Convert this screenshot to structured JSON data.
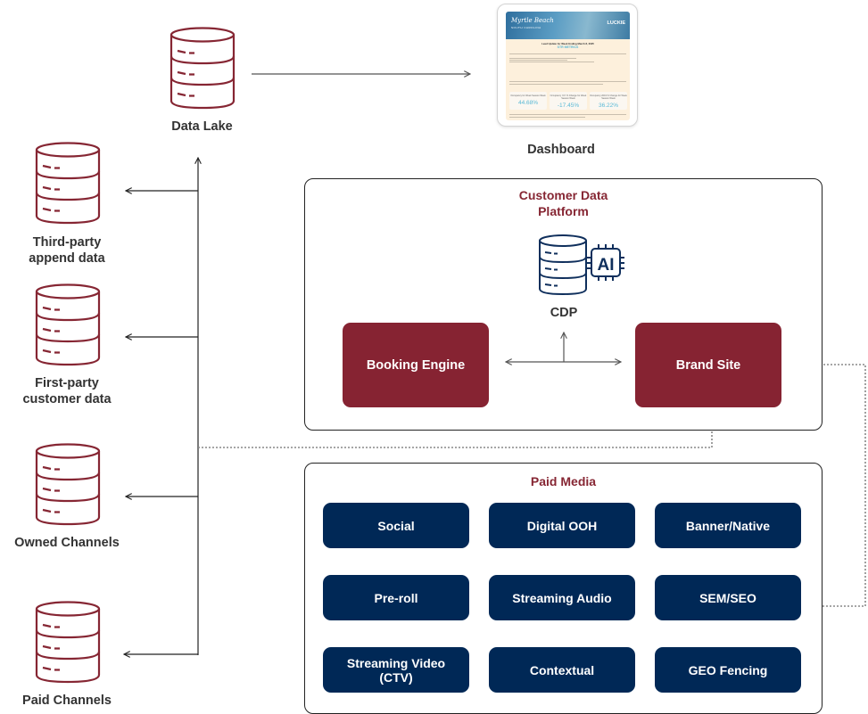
{
  "colors": {
    "maroon": "#862332",
    "navy": "#002856",
    "cdp_icon": "#0f2f5c",
    "title_maroon": "#862633",
    "label_text": "#333333",
    "dashboard_accent": "#5bb9d6"
  },
  "data_lake": {
    "label": "Data Lake",
    "icon": "database-icon"
  },
  "dashboard": {
    "label": "Dashboard",
    "thumbnail": {
      "logo_top": "Myrtle Beach",
      "logo_sub": "SOUTH CAROLINA",
      "brand": "LUCKIE",
      "heading": "Lead Update for Week Ending March 8, 2025",
      "subheading": "STR METRICS",
      "cards": [
        {
          "label": "Occupancy for Week Season Week",
          "value": "44.68%"
        },
        {
          "label": "Occupancy YoY % Change for Week Season Week",
          "value": "-17.45%"
        },
        {
          "label": "Occupancy 2019 % Change for Week Season Week",
          "value": "36.22%"
        }
      ]
    }
  },
  "sources": [
    {
      "label_line1": "Third-party",
      "label_line2": "append data",
      "icon": "database-icon"
    },
    {
      "label_line1": "First-party",
      "label_line2": "customer data",
      "icon": "database-icon"
    },
    {
      "label_line1": "Owned Channels",
      "label_line2": "",
      "icon": "database-icon"
    },
    {
      "label_line1": "Paid Channels",
      "label_line2": "",
      "icon": "database-icon"
    }
  ],
  "cdp_panel": {
    "title_line1": "Customer Data",
    "title_line2": "Platform",
    "cdp_label": "CDP",
    "ai_badge": "AI",
    "booking_engine": "Booking Engine",
    "brand_site": "Brand Site"
  },
  "paid_media": {
    "title": "Paid Media",
    "items": [
      {
        "line1": "Social",
        "line2": ""
      },
      {
        "line1": "Digital OOH",
        "line2": ""
      },
      {
        "line1": "Banner/Native",
        "line2": ""
      },
      {
        "line1": "Pre-roll",
        "line2": ""
      },
      {
        "line1": "Streaming Audio",
        "line2": ""
      },
      {
        "line1": "SEM/SEO",
        "line2": ""
      },
      {
        "line1": "Streaming Video",
        "line2": "(CTV)"
      },
      {
        "line1": "Contextual",
        "line2": ""
      },
      {
        "line1": "GEO Fencing",
        "line2": ""
      }
    ]
  }
}
